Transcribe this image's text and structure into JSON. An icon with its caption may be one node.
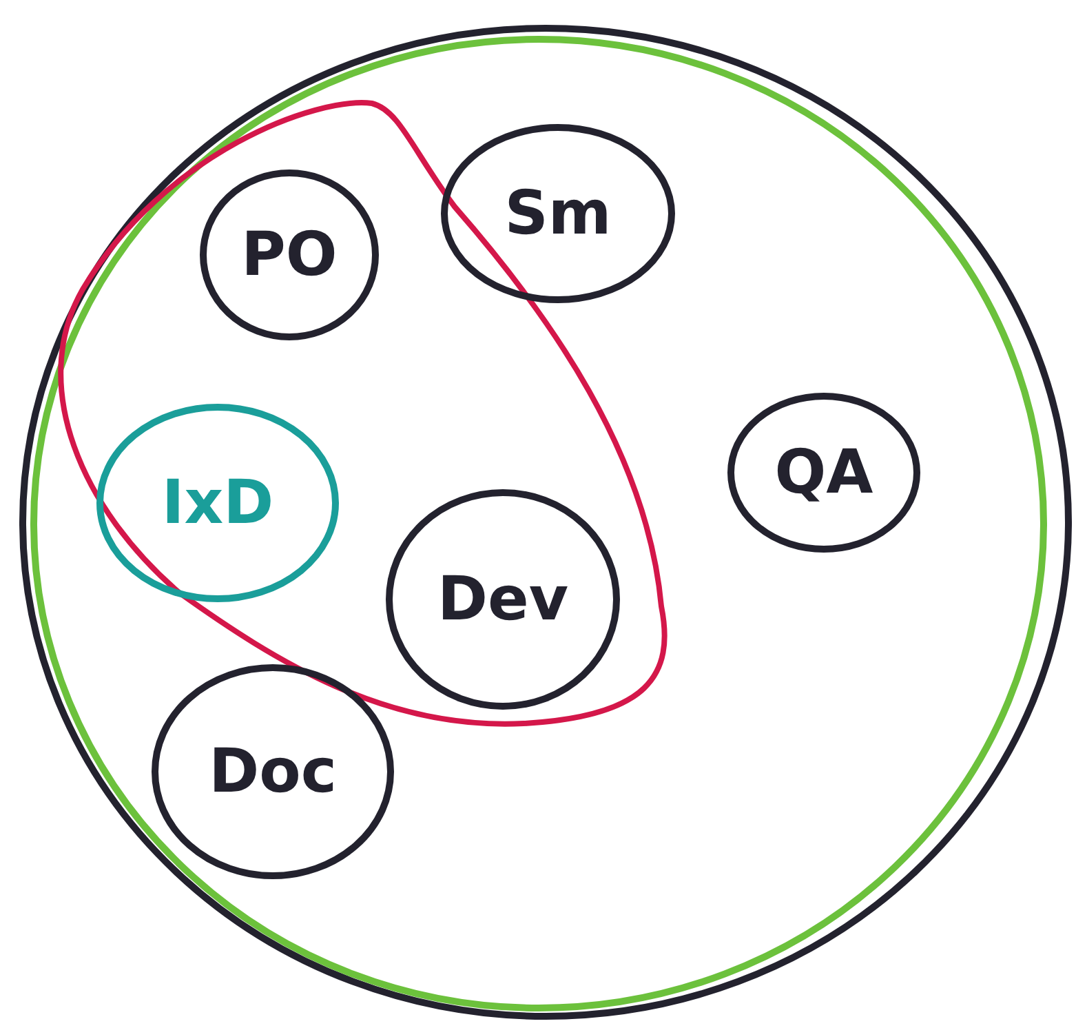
{
  "diagram": {
    "nodes": [
      {
        "text": [],
        "shape": "circle"
      },
      {
        "text": [],
        "shape": "circle",
        "in": 0
      },
      {
        "text": [],
        "shape": "loop",
        "in": 1
      },
      {
        "text": [
          "PO"
        ],
        "in": 2
      },
      {
        "text": [
          "Sm"
        ],
        "in": 1
      },
      {
        "text": [
          "IxD"
        ],
        "in": 2
      },
      {
        "text": [
          "QA"
        ],
        "in": 1
      },
      {
        "text": [
          "Dev"
        ],
        "in": 2
      },
      {
        "text": [
          "Doc"
        ],
        "in": 1
      }
    ]
  }
}
